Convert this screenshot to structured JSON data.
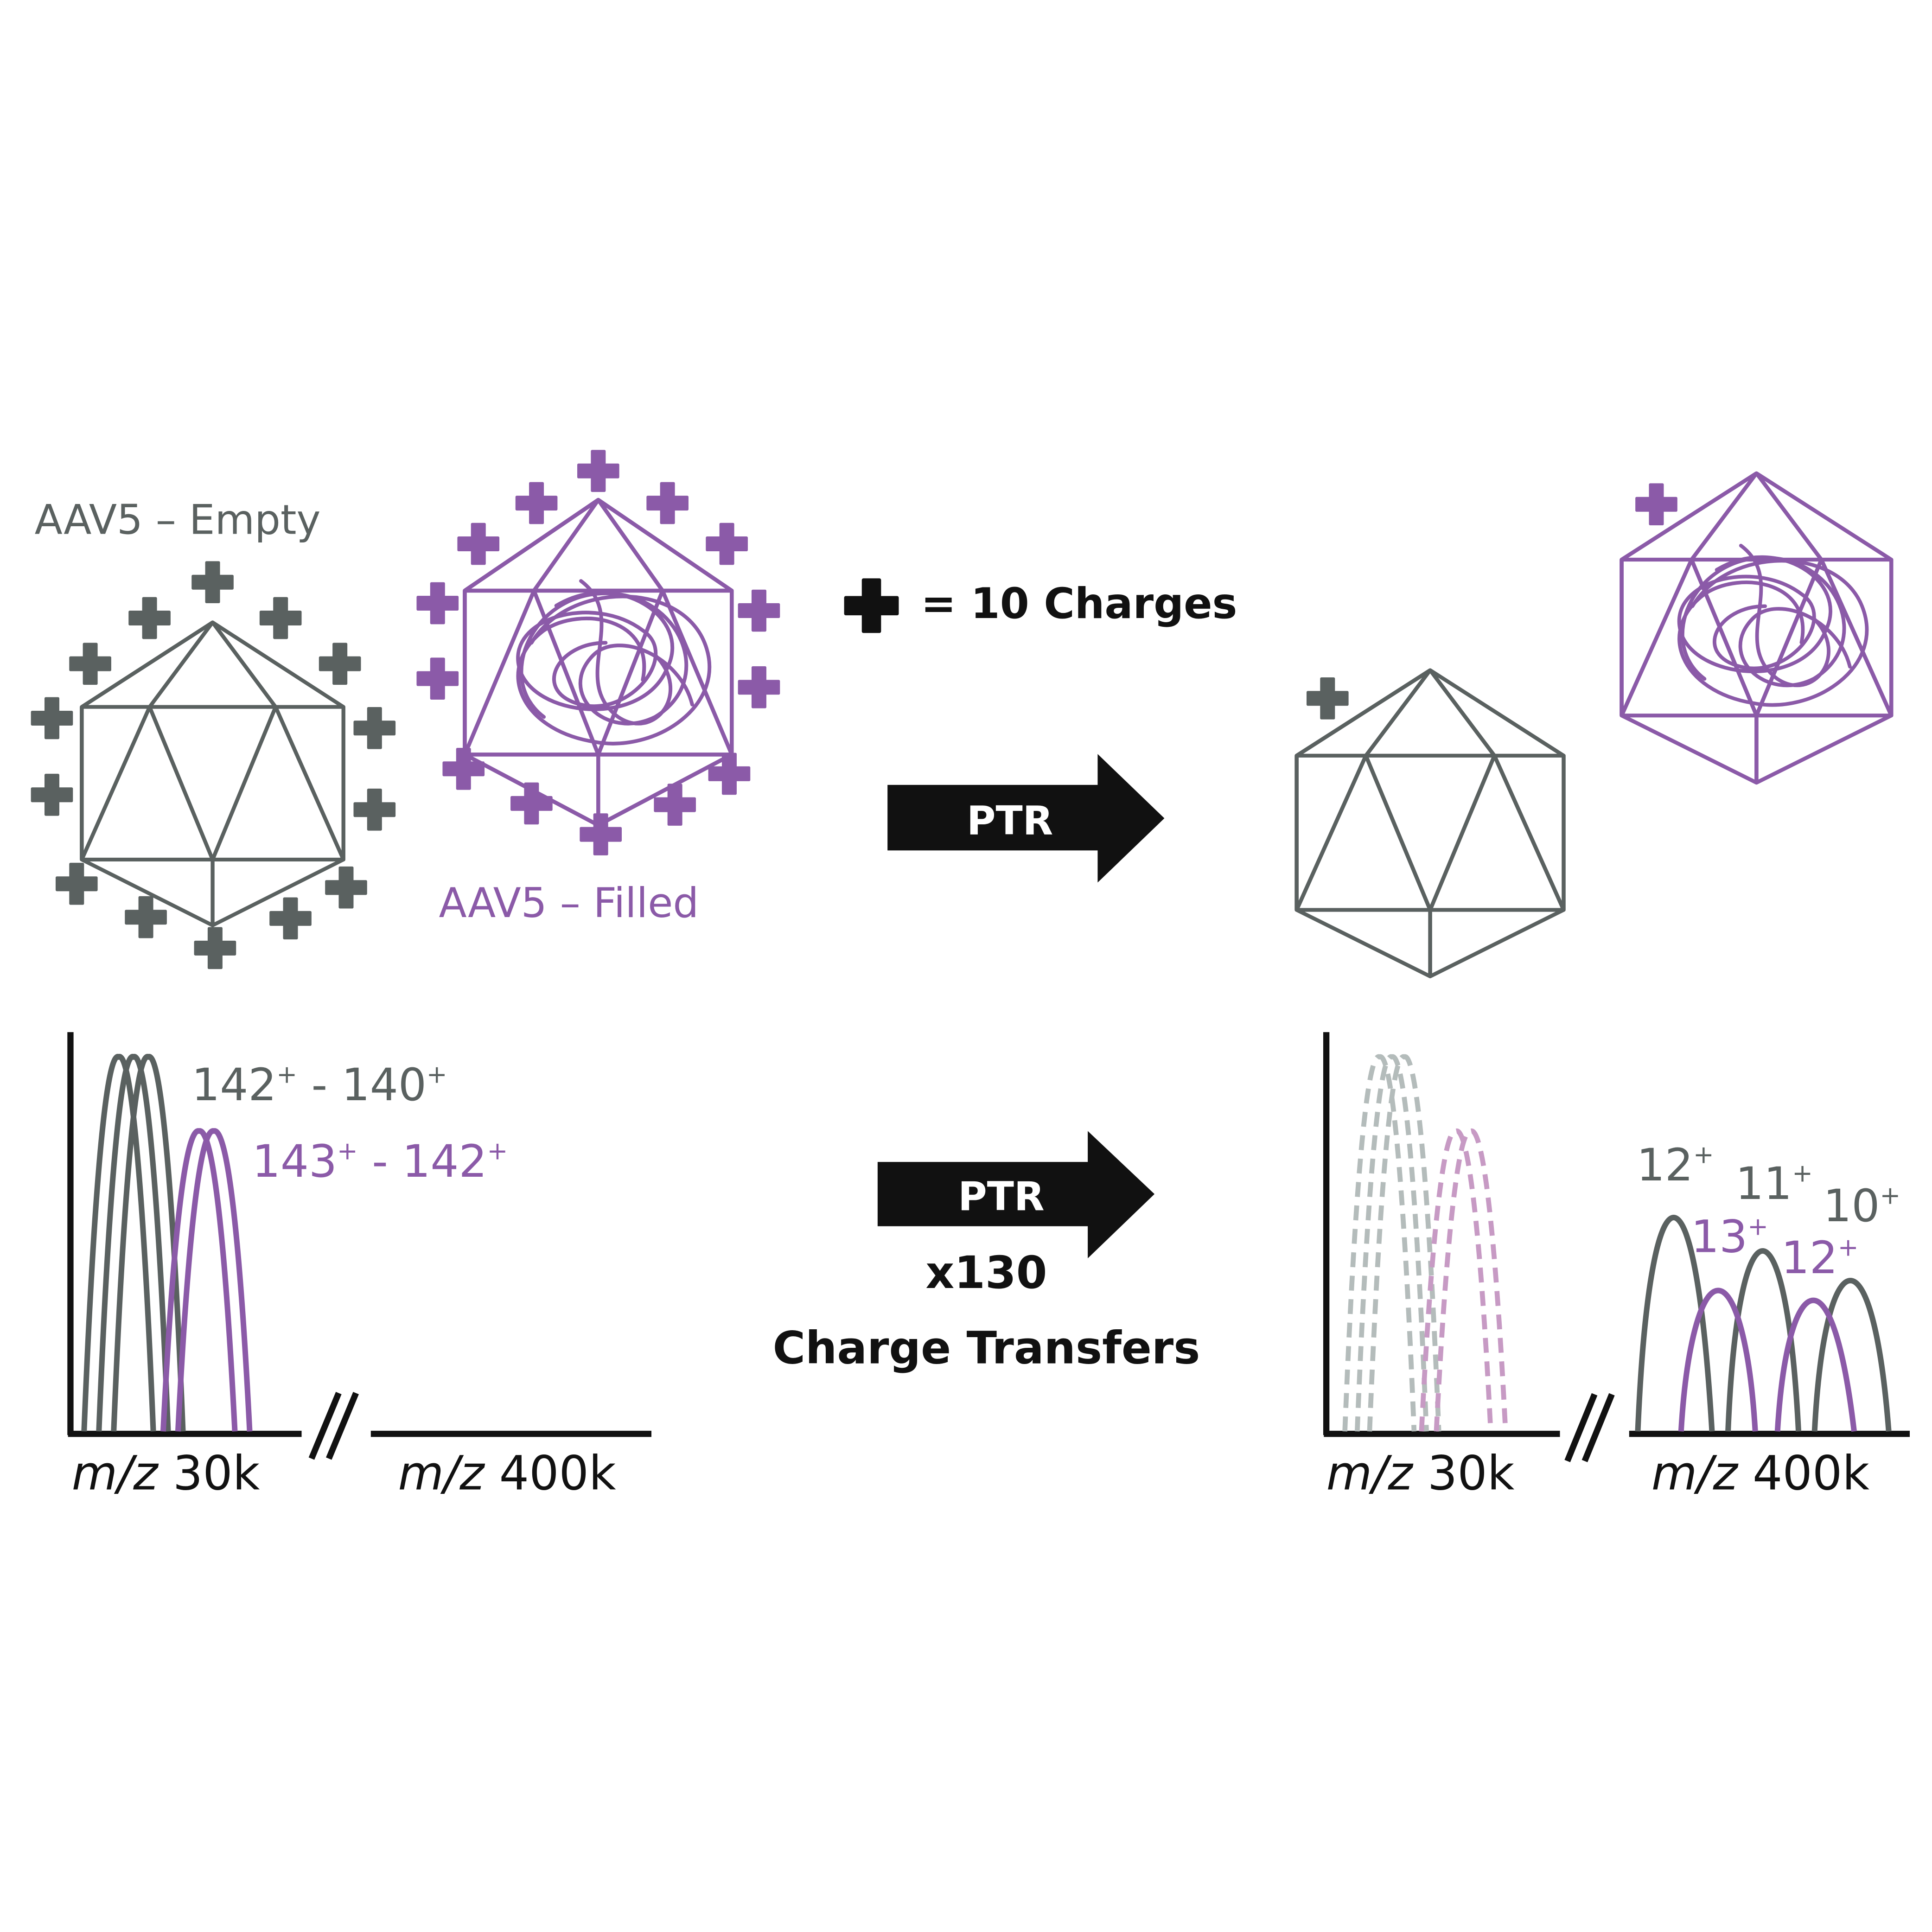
{
  "labels": {
    "empty": "AAV5 – Empty",
    "filled": "AAV5 – Filled",
    "legend": "= 10 Charges",
    "ptr_top": "PTR",
    "ptr_bottom": "PTR",
    "multiplier": "x130",
    "transfers": "Charge Transfers"
  },
  "axes": {
    "mz_label": "m/z",
    "left_low": "30k",
    "left_high": "400k",
    "right_low": "30k",
    "right_high": "400k"
  },
  "peaks": {
    "before_gray": {
      "main": "142",
      "sep": " - ",
      "second": "140"
    },
    "before_purple": {
      "main": "143",
      "sep": " - ",
      "second": "142"
    },
    "after": [
      {
        "charge": "12",
        "series": "empty"
      },
      {
        "charge": "11",
        "series": "empty"
      },
      {
        "charge": "10",
        "series": "empty"
      },
      {
        "charge": "13",
        "series": "filled"
      },
      {
        "charge": "12",
        "series": "filled"
      }
    ],
    "superscript": "+"
  },
  "colors": {
    "empty": "#5a6160",
    "filled": "#8b5aa8",
    "ghost_empty": "#b4bcbb",
    "ghost_filled": "#c79ac4",
    "arrow": "#111111"
  },
  "icons": [
    "plus-charge-icon",
    "icosahedron-capsid-icon",
    "genome-scribble-icon",
    "arrow-right-icon",
    "axis-break-icon"
  ]
}
